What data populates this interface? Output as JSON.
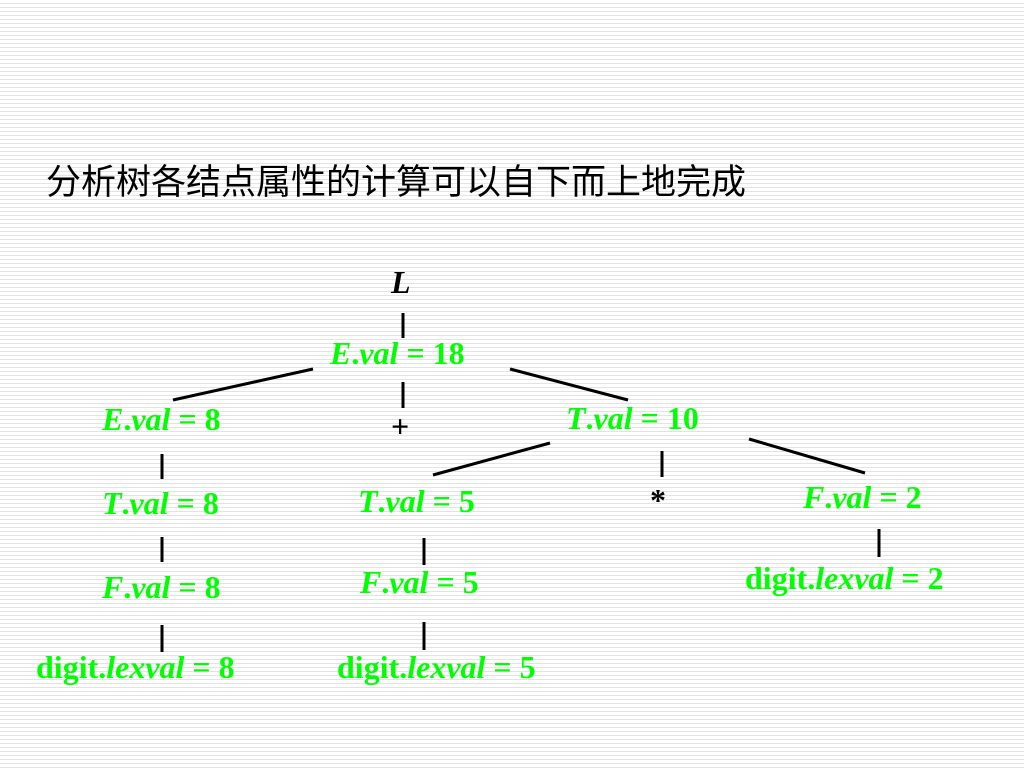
{
  "title": "分析树各结点属性的计算可以自下而上地完成",
  "root": {
    "name": "L"
  },
  "nodes": [
    {
      "id": "e_top",
      "sym": "E",
      "attr": "val",
      "value": "18"
    },
    {
      "id": "e_left",
      "sym": "E",
      "attr": "val",
      "value": "8"
    },
    {
      "id": "t_right",
      "sym": "T",
      "attr": "val",
      "value": "10"
    },
    {
      "id": "t_left",
      "sym": "T",
      "attr": "val",
      "value": "8"
    },
    {
      "id": "f_left",
      "sym": "F",
      "attr": "val",
      "value": "8"
    },
    {
      "id": "d_left",
      "sym": "digit",
      "attr": "lexval",
      "value": "8"
    },
    {
      "id": "t_mid",
      "sym": "T",
      "attr": "val",
      "value": "5"
    },
    {
      "id": "f_mid",
      "sym": "F",
      "attr": "val",
      "value": "5"
    },
    {
      "id": "d_mid",
      "sym": "digit",
      "attr": "lexval",
      "value": "5"
    },
    {
      "id": "f_right",
      "sym": "F",
      "attr": "val",
      "value": "2"
    },
    {
      "id": "d_right",
      "sym": "digit",
      "attr": "lexval",
      "value": "2"
    }
  ],
  "operators": {
    "plus": "+",
    "times": "*"
  },
  "colors": {
    "node": "#00ff00",
    "text": "#000000",
    "stripe": "#e3e3e3"
  }
}
